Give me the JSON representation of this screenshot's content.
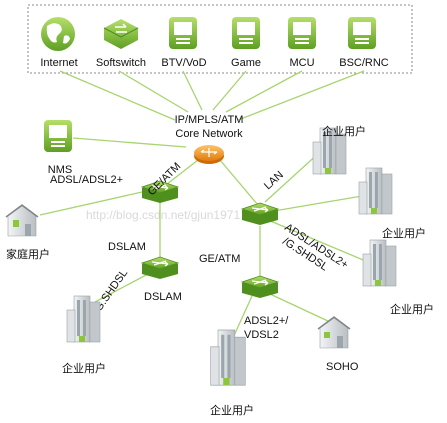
{
  "services": {
    "internet": "Internet",
    "softswitch": "Softswitch",
    "btv": "BTV/VoD",
    "game": "Game",
    "mcu": "MCU",
    "bsc": "BSC/RNC"
  },
  "core": {
    "line1": "IP/MPLS/ATM",
    "line2": "Core Network"
  },
  "nms": "NMS",
  "links": {
    "ge_atm_left": "GE/ATM",
    "lan": "LAN",
    "adsl_left": "ADSL/ADSL2+",
    "dslam_upper": "DSLAM",
    "ge_atm_mid": "GE/ATM",
    "g_shdsl": "G.SHDSL",
    "dslam_lower": "DSLAM",
    "adsl_right_1": "ADSL/ADSL2+",
    "adsl_right_2": "/G.SHDSL",
    "adsl2_vdsl_1": "ADSL2+/",
    "adsl2_vdsl_2": "VDSL2"
  },
  "users": {
    "home": "家庭用户",
    "enterprise_top_right": "企业用户",
    "enterprise_right_1": "企业用户",
    "enterprise_right_2": "企业用户",
    "enterprise_bottom_left": "企业用户",
    "enterprise_bottom": "企业用户",
    "soho": "SOHO"
  },
  "watermark": "http://blog.csdn.net/gjun1971",
  "colors": {
    "accent_green": "#8cc63f",
    "dark_green": "#4e8f1e",
    "router_orange": "#f39a1f",
    "line_green": "#a8d46f",
    "building_gray": "#cfd3d6"
  }
}
